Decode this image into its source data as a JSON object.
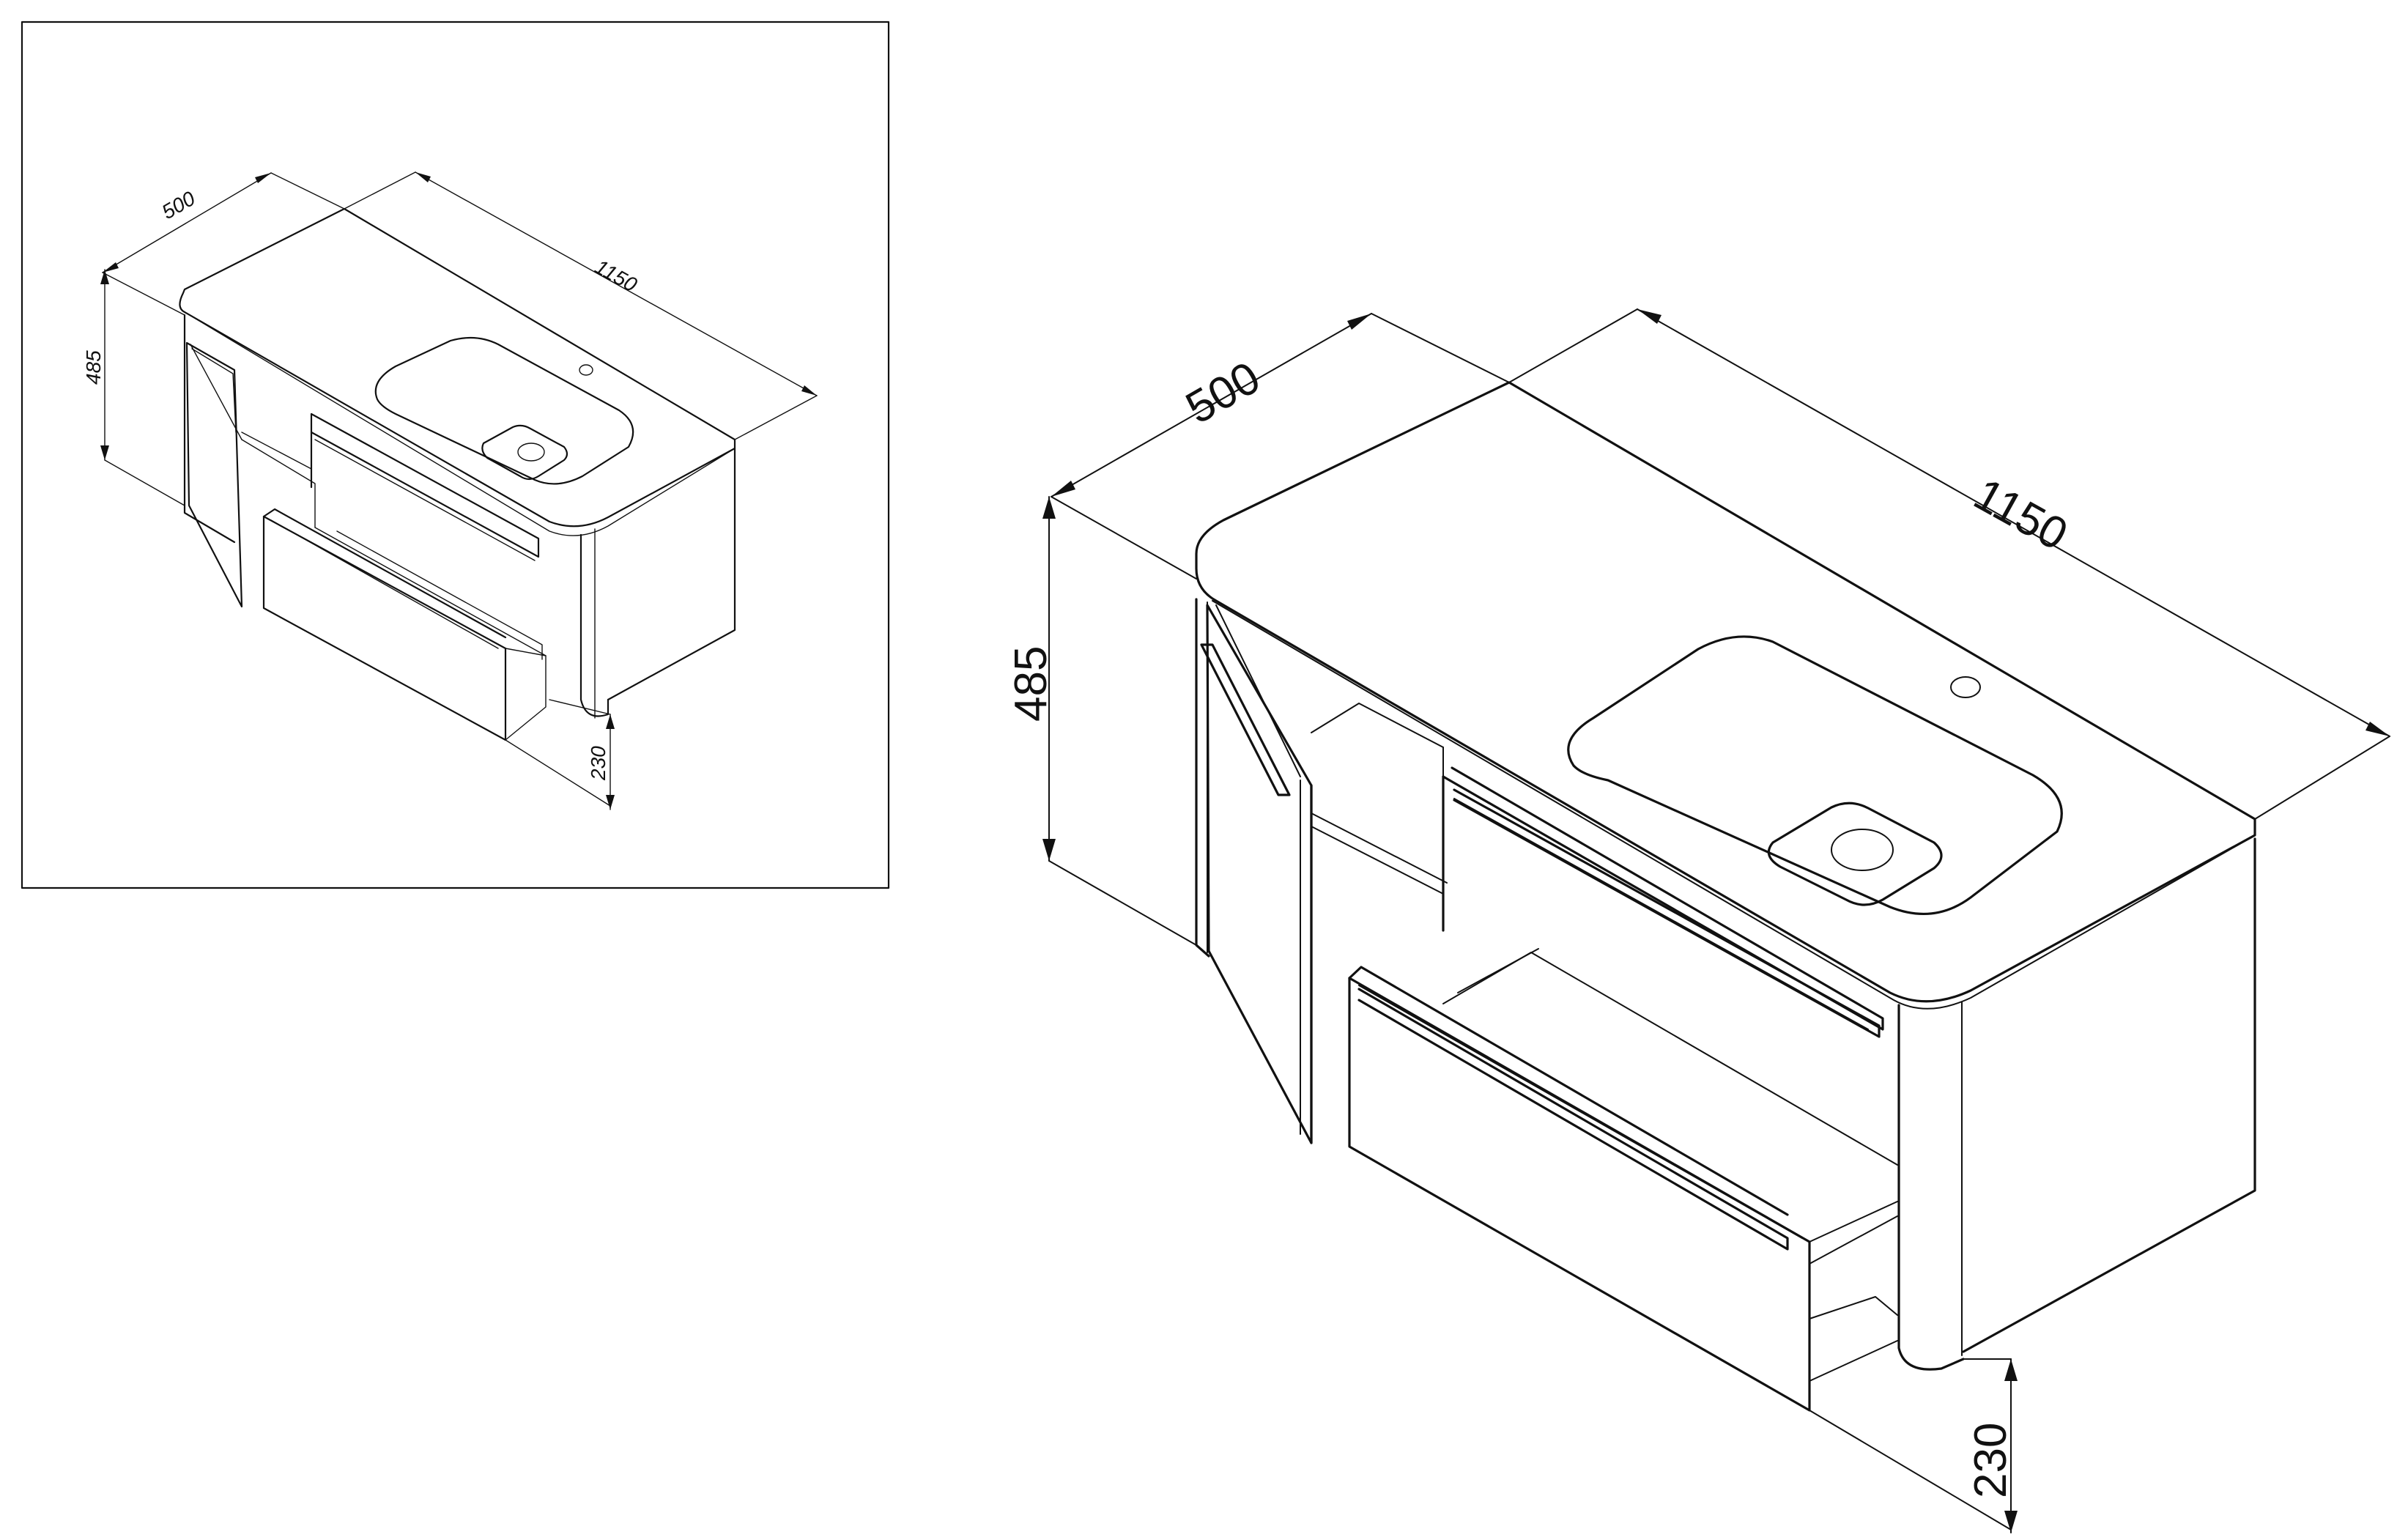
{
  "dimensions": {
    "width": "1150",
    "depth": "500",
    "height": "485",
    "leg_clearance": "230"
  },
  "views": [
    {
      "name": "thumbnail"
    },
    {
      "name": "main"
    }
  ],
  "colors": {
    "line": "#111111",
    "background": "#ffffff"
  }
}
